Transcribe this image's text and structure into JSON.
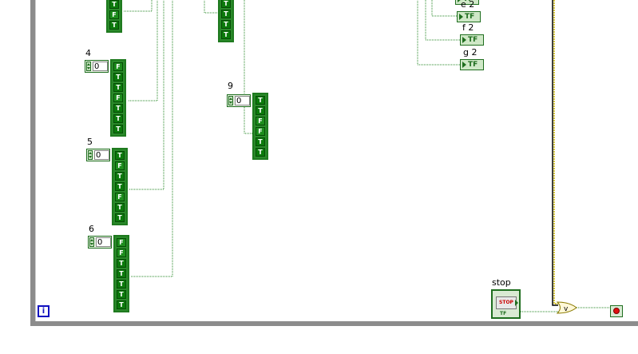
{
  "block_diagram": {
    "labels": {
      "ctl_4": "4",
      "ctl_5": "5",
      "ctl_6": "6",
      "ctl_9": "9",
      "ind_e2": "e 2",
      "ind_f2": "f 2",
      "ind_g2": "g 2",
      "stop": "stop"
    },
    "numeric_values": {
      "ctl_4": "0",
      "ctl_5": "0",
      "ctl_6": "0",
      "ctl_9": "0"
    },
    "arrays": {
      "top_left": [
        "T",
        "F",
        "T"
      ],
      "top_mid": [
        "T",
        "T",
        "T",
        "T"
      ],
      "arr_4": [
        "F",
        "T",
        "T",
        "F",
        "T",
        "T",
        "T"
      ],
      "arr_5": [
        "T",
        "F",
        "T",
        "T",
        "F",
        "T",
        "T"
      ],
      "arr_6": [
        "F",
        "F",
        "T",
        "T",
        "T",
        "T",
        "T"
      ],
      "arr_9": [
        "T",
        "T",
        "F",
        "F",
        "T",
        "T"
      ]
    },
    "indicator_text": "TF",
    "stop_button": {
      "face": "STOP",
      "type": "TF"
    },
    "info_icon": "i",
    "colors": {
      "boolean_wire": "#2a8a2a",
      "frame": "#8c8c8c",
      "loop_wire": "#b8a000",
      "stop_red": "#e01010"
    }
  }
}
